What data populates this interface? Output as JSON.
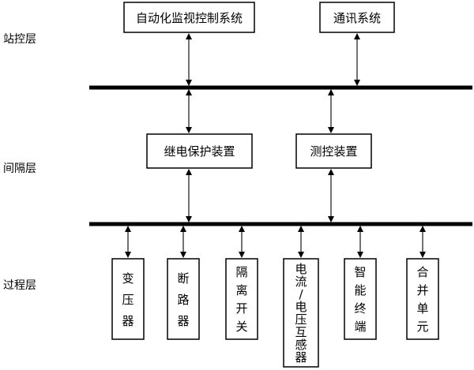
{
  "layers": {
    "station": "站控层",
    "bay": "间隔层",
    "process": "过程层"
  },
  "station_nodes": {
    "automation": "自动化监视控制系统",
    "comm": "通讯系统"
  },
  "bay_nodes": {
    "relay": "继电保护装置",
    "measure": "测控装置"
  },
  "process_nodes": {
    "transformer": [
      "变",
      "压",
      "器"
    ],
    "breaker": [
      "断",
      "路",
      "器"
    ],
    "disconnector": [
      "隔",
      "离",
      "开",
      "关"
    ],
    "ctvt": [
      "电",
      "流",
      "/",
      "电",
      "压",
      "互",
      "感",
      "器"
    ],
    "smart_terminal": [
      "智",
      "能",
      "终",
      "端"
    ],
    "merging_unit": [
      "合",
      "并",
      "单",
      "元"
    ]
  },
  "colors": {
    "line": "#000000",
    "box": "#ffffff"
  }
}
